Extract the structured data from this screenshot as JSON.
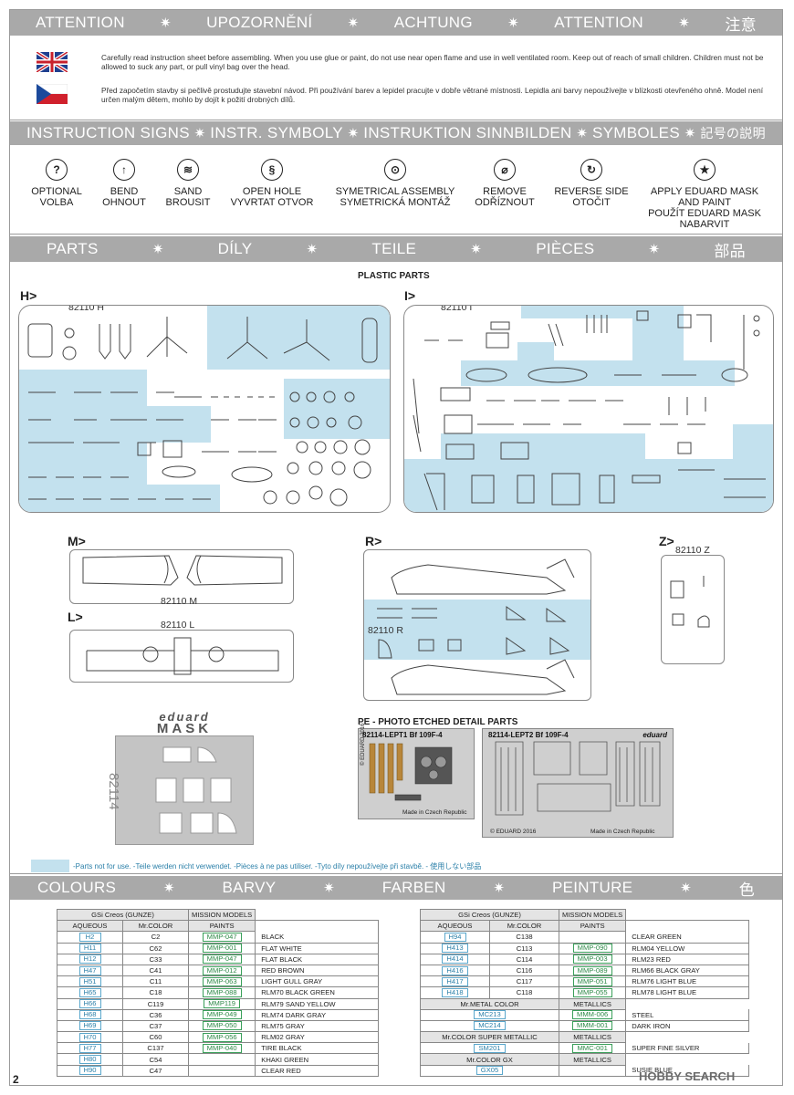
{
  "attention_band": [
    "ATTENTION",
    "✷",
    "UPOZORNĚNÍ",
    "✷",
    "ACHTUNG",
    "✷",
    "ATTENTION",
    "✷",
    "注意"
  ],
  "notes": {
    "en": "Carefully read instruction sheet before assembling. When you use glue or paint, do not use near open flame and use in well ventilated room. Keep out of reach of small children. Children must not be allowed to suck any part, or pull vinyl bag over the head.",
    "cz": "Před započetím stavby si pečlivě prostudujte stavební návod. Při používání barev a lepidel pracujte v dobře větrané místnosti. Lepidla ani barvy nepoužívejte v blízkosti otevřeného ohně. Model není určen malým dětem, mohlo by dojít k požití drobných dílů."
  },
  "signs_band": [
    "INSTRUCTION SIGNS",
    "✷",
    "INSTR. SYMBOLY",
    "✷",
    "INSTRUKTION",
    "SINNBILDEN",
    "✷",
    "SYMBOLES",
    "✷",
    "記号の説明"
  ],
  "symbols": [
    {
      "icon": "question-icon",
      "glyph": "?",
      "l1": "OPTIONAL",
      "l2": "VOLBA",
      "l3": "",
      "l4": ""
    },
    {
      "icon": "bend-icon",
      "glyph": "↑",
      "l1": "BEND",
      "l2": "OHNOUT",
      "l3": "",
      "l4": ""
    },
    {
      "icon": "sand-icon",
      "glyph": "≋",
      "l1": "SAND",
      "l2": "BROUSIT",
      "l3": "",
      "l4": ""
    },
    {
      "icon": "drill-icon",
      "glyph": "§",
      "l1": "OPEN HOLE",
      "l2": "VYVRTAT OTVOR",
      "l3": "",
      "l4": ""
    },
    {
      "icon": "symmetric-icon",
      "glyph": "⊙",
      "l1": "SYMETRICAL ASSEMBLY",
      "l2": "SYMETRICKÁ MONTÁŽ",
      "l3": "",
      "l4": ""
    },
    {
      "icon": "remove-icon",
      "glyph": "⌀",
      "l1": "REMOVE",
      "l2": "ODŘÍZNOUT",
      "l3": "",
      "l4": ""
    },
    {
      "icon": "reverse-icon",
      "glyph": "↻",
      "l1": "REVERSE SIDE",
      "l2": "OTOČIT",
      "l3": "",
      "l4": ""
    },
    {
      "icon": "mask-star-icon",
      "glyph": "★",
      "l1": "APPLY EDUARD MASK",
      "l2": "AND PAINT",
      "l3": "POUŽÍT EDUARD MASK",
      "l4": "NABARVIT"
    }
  ],
  "parts_band": [
    "PARTS",
    "✷",
    "DÍLY",
    "✷",
    "TEILE",
    "✷",
    "PIÈCES",
    "✷",
    "部品"
  ],
  "plastic_title": "PLASTIC PARTS",
  "sprues": {
    "h_label": "H>",
    "h_code": "82110 H",
    "i_label": "I>",
    "i_code": "82110 I",
    "m_label": "M>",
    "m_code": "82110 M",
    "l_label": "L>",
    "l_code": "82110 L",
    "r_label": "R>",
    "r_code": "82110 R",
    "z_label": "Z>",
    "z_code": "82110 Z"
  },
  "mask": {
    "brand": "eduard",
    "word": "MASK",
    "code": "82114"
  },
  "pe": {
    "title": "PE - PHOTO ETCHED DETAIL PARTS",
    "f1_code": "82114-LEPT1  Bf 109F-4",
    "f1_copy": "© EDUARD 2016",
    "f1_made": "Made in Czech Republic",
    "f2_code": "82114-LEPT2  Bf 109F-4",
    "f2_brand": "eduard",
    "f2_copy": "© EDUARD 2016",
    "f2_made": "Made in Czech Republic"
  },
  "legend": "-Parts not for use. -Teile werden nicht verwendet. -Pièces à ne pas utiliser. -Tyto díly nepoužívejte při stavbě. -   使用しない部品",
  "colours_band": [
    "COLOURS",
    "✷",
    "BARVY",
    "✷",
    "FARBEN",
    "✷",
    "PEINTURE",
    "✷",
    "色"
  ],
  "table_left": {
    "h_gsi": "GSi Creos (GUNZE)",
    "h_mission": "MISSION MODELS",
    "h_aq": "AQUEOUS",
    "h_mr": "Mr.COLOR",
    "h_paints": "PAINTS",
    "rows": [
      [
        "H2",
        "C2",
        "MMP-047",
        "BLACK"
      ],
      [
        "H11",
        "C62",
        "MMP-001",
        "FLAT WHITE"
      ],
      [
        "H12",
        "C33",
        "MMP-047",
        "FLAT BLACK"
      ],
      [
        "H47",
        "C41",
        "MMP-012",
        "RED BROWN"
      ],
      [
        "H51",
        "C11",
        "MMP-063",
        "LIGHT GULL GRAY"
      ],
      [
        "H65",
        "C18",
        "MMP-088",
        "RLM70 BLACK GREEN"
      ],
      [
        "H66",
        "C119",
        "MMP119",
        "RLM79 SAND YELLOW"
      ],
      [
        "H68",
        "C36",
        "MMP-049",
        "RLM74 DARK GRAY"
      ],
      [
        "H69",
        "C37",
        "MMP-050",
        "RLM75  GRAY"
      ],
      [
        "H70",
        "C60",
        "MMP-056",
        "RLM02 GRAY"
      ],
      [
        "H77",
        "C137",
        "MMP-040",
        "TIRE BLACK"
      ],
      [
        "H80",
        "C54",
        "",
        "KHAKI GREEN"
      ],
      [
        "H90",
        "C47",
        "",
        "CLEAR RED"
      ]
    ]
  },
  "table_right": {
    "h_gsi": "GSi Creos (GUNZE)",
    "h_mission": "MISSION MODELS",
    "h_aq": "AQUEOUS",
    "h_mr": "Mr.COLOR",
    "h_paints": "PAINTS",
    "rows": [
      [
        "H94",
        "C138",
        "",
        "CLEAR GREEN"
      ],
      [
        "H413",
        "C113",
        "MMP-090",
        "RLM04 YELLOW"
      ],
      [
        "H414",
        "C114",
        "MMP-003",
        "RLM23 RED"
      ],
      [
        "H416",
        "C116",
        "MMP-089",
        "RLM66 BLACK GRAY"
      ],
      [
        "H417",
        "C117",
        "MMP-051",
        "RLM76 LIGHT BLUE"
      ],
      [
        "H418",
        "C118",
        "MMP-055",
        "RLM78 LIGHT BLUE"
      ]
    ],
    "metal_h": "Mr.METAL COLOR",
    "metal_hm": "METALLICS",
    "metal_rows": [
      [
        "MC213",
        "MMM-006",
        "STEEL"
      ],
      [
        "MC214",
        "MMM-001",
        "DARK IRON"
      ]
    ],
    "super_h": "Mr.COLOR SUPER METALLIC",
    "super_hm": "METALLICS",
    "super_rows": [
      [
        "SM201",
        "MMC-001",
        "SUPER FINE SILVER"
      ]
    ],
    "gx_h": "Mr.COLOR GX",
    "gx_hm": "METALLICS",
    "gx_rows": [
      [
        "GX05",
        "",
        "SUSIE BLUE"
      ]
    ]
  },
  "page_number": "2",
  "watermark": "HOBBY SEARCH"
}
